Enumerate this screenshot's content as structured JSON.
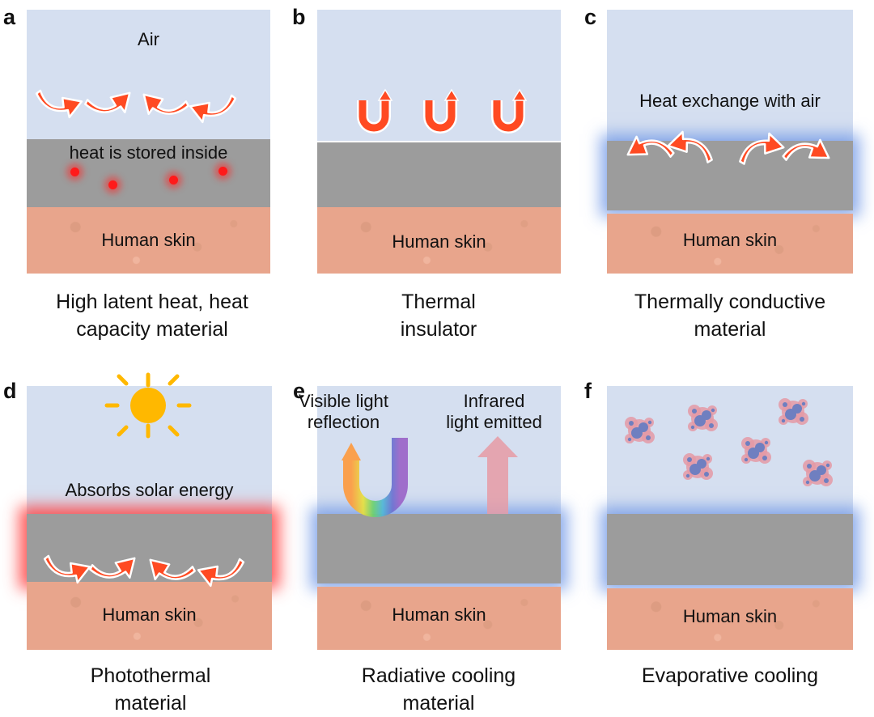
{
  "panels": {
    "a": {
      "letter": "a",
      "air_label": "Air",
      "layer_label": "heat is stored inside",
      "skin_label": "Human skin",
      "caption_line1": "High latent heat, heat",
      "caption_line2": "capacity material"
    },
    "b": {
      "letter": "b",
      "skin_label": "Human skin",
      "caption_line1": "Thermal",
      "caption_line2": "insulator"
    },
    "c": {
      "letter": "c",
      "air_label": "Heat exchange with air",
      "skin_label": "Human skin",
      "caption_line1": "Thermally conductive",
      "caption_line2": "material"
    },
    "d": {
      "letter": "d",
      "air_label": "Absorbs solar energy",
      "skin_label": "Human skin",
      "caption_line1": "Photothermal",
      "caption_line2": "material"
    },
    "e": {
      "letter": "e",
      "visible_label_line1": "Visible light",
      "visible_label_line2": "reflection",
      "infrared_label_line1": "Infrared",
      "infrared_label_line2": "light emitted",
      "skin_label": "Human skin",
      "caption_line1": "Radiative cooling",
      "caption_line2": "material"
    },
    "f": {
      "letter": "f",
      "skin_label": "Human skin",
      "caption_line1": "Evaporative cooling"
    }
  },
  "colors": {
    "sky": "#d5dff0",
    "fabric_layer": "#9c9c9c",
    "skin": "#e8a58c",
    "heat_arrow": "#ff4a22",
    "sun": "#ffb800",
    "infrared_arrow": "#e79ca6",
    "droplet": "#6f7fc0"
  }
}
